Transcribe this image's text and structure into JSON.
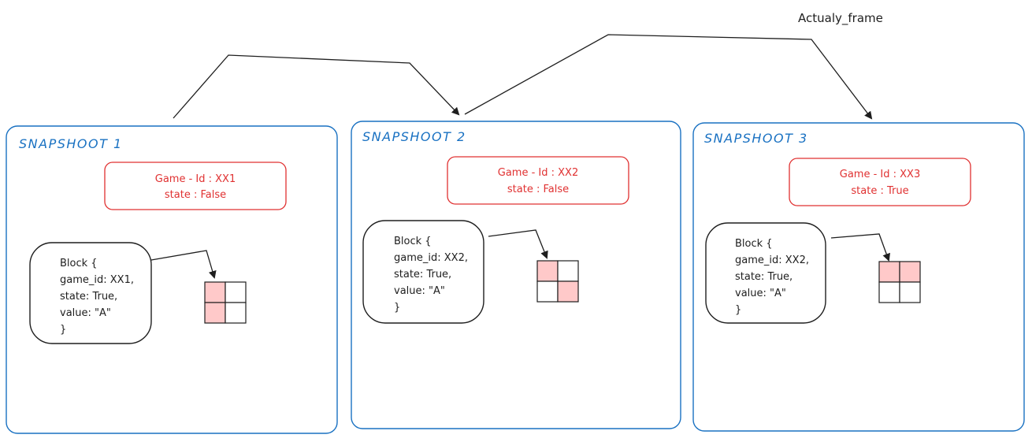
{
  "frame_label": "Actualy_frame",
  "colors": {
    "snapshot_border": "#1971c2",
    "meta_border": "#e03131",
    "ink": "#1e1e1e",
    "cell_fill": "#ffc9c9"
  },
  "snapshots": [
    {
      "title": "SNAPSHOOT 1",
      "meta": {
        "game_id": "Game - Id : XX1",
        "state": "state : False"
      },
      "block": {
        "open": "Block {",
        "game_id": "game_id: XX1,",
        "state": "state: True,",
        "value": "value: \"A\"",
        "close": "}"
      },
      "grid": [
        [
          1,
          0
        ],
        [
          1,
          0
        ]
      ]
    },
    {
      "title": "SNAPSHOOT 2",
      "meta": {
        "game_id": "Game - Id : XX2",
        "state": "state : False"
      },
      "block": {
        "open": "Block {",
        "game_id": "game_id: XX2,",
        "state": "state: True,",
        "value": "value: \"A\"",
        "close": "}"
      },
      "grid": [
        [
          1,
          0
        ],
        [
          0,
          1
        ]
      ]
    },
    {
      "title": "SNAPSHOOT 3",
      "meta": {
        "game_id": "Game - Id : XX3",
        "state": "state : True"
      },
      "block": {
        "open": "Block {",
        "game_id": "game_id: XX2,",
        "state": "state: True,",
        "value": "value: \"A\"",
        "close": "}"
      },
      "grid": [
        [
          1,
          1
        ],
        [
          0,
          0
        ]
      ]
    }
  ]
}
